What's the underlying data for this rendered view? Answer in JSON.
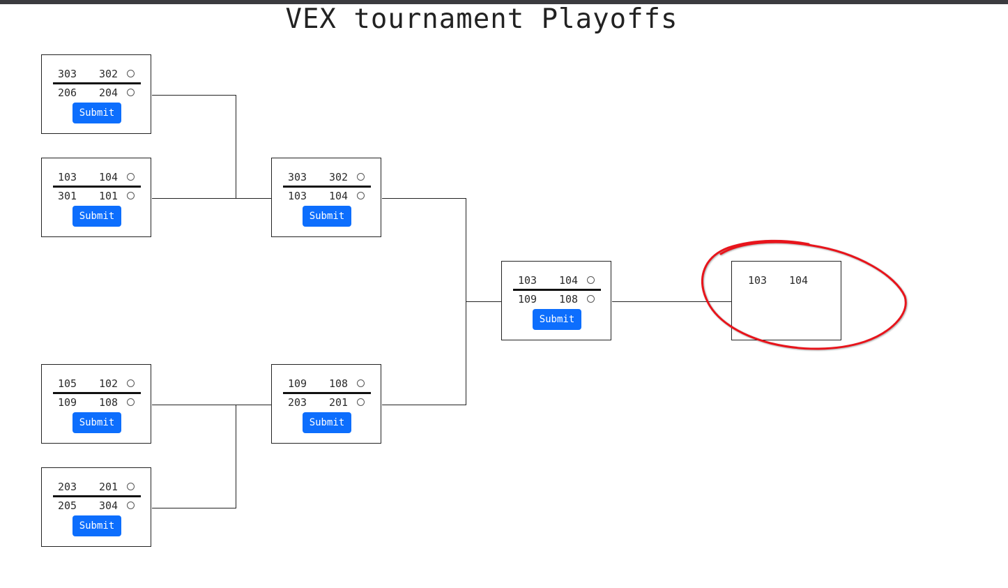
{
  "title": "VEX tournament Playoffs",
  "submit_label": "Submit",
  "matches": {
    "m1": {
      "red": [
        "303",
        "302"
      ],
      "blue": [
        "206",
        "204"
      ]
    },
    "m2": {
      "red": [
        "103",
        "104"
      ],
      "blue": [
        "301",
        "101"
      ]
    },
    "m3": {
      "red": [
        "105",
        "102"
      ],
      "blue": [
        "109",
        "108"
      ]
    },
    "m4": {
      "red": [
        "203",
        "201"
      ],
      "blue": [
        "205",
        "304"
      ]
    },
    "s1": {
      "red": [
        "303",
        "302"
      ],
      "blue": [
        "103",
        "104"
      ]
    },
    "s2": {
      "red": [
        "109",
        "108"
      ],
      "blue": [
        "203",
        "201"
      ]
    },
    "f": {
      "red": [
        "103",
        "104"
      ],
      "blue": [
        "109",
        "108"
      ]
    }
  },
  "champion": [
    "103",
    "104"
  ],
  "colors": {
    "accent": "#0d6efd",
    "annotation": "#e8141b"
  }
}
